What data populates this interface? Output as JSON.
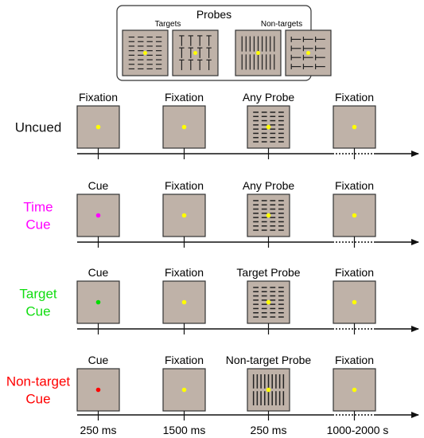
{
  "probes_panel": {
    "title": "Probes",
    "targets_label": "Targets",
    "non_targets_label": "Non-targets"
  },
  "colors": {
    "screen_fill": "#bfb2a8",
    "screen_border": "#333333",
    "fixation": "#ffff00",
    "time_cue": "#ff00ff",
    "target_cue": "#00dd00",
    "non_target_cue": "#ff0000",
    "time_cue_text": "#ff00ff",
    "target_cue_text": "#11dd11",
    "non_target_cue_text": "#ff0000",
    "timeline": "#111111"
  },
  "conditions": [
    {
      "label_lines": [
        "Uncued"
      ],
      "label_color": "#111111",
      "frames": [
        {
          "title": "Fixation",
          "content": "fixation",
          "dot": "#ffff00"
        },
        {
          "title": "Fixation",
          "content": "fixation",
          "dot": "#ffff00"
        },
        {
          "title": "Any Probe",
          "content": "target-horizontal",
          "dot": "#ffff00"
        },
        {
          "title": "Fixation",
          "content": "fixation",
          "dot": "#ffff00"
        }
      ]
    },
    {
      "label_lines": [
        "Time",
        "Cue"
      ],
      "label_color": "#ff00ff",
      "frames": [
        {
          "title": "Cue",
          "content": "fixation",
          "dot": "#ff00ff"
        },
        {
          "title": "Fixation",
          "content": "fixation",
          "dot": "#ffff00"
        },
        {
          "title": "Any Probe",
          "content": "target-horizontal",
          "dot": "#ffff00"
        },
        {
          "title": "Fixation",
          "content": "fixation",
          "dot": "#ffff00"
        }
      ]
    },
    {
      "label_lines": [
        "Target",
        "Cue"
      ],
      "label_color": "#11dd11",
      "frames": [
        {
          "title": "Cue",
          "content": "fixation",
          "dot": "#00dd00"
        },
        {
          "title": "Fixation",
          "content": "fixation",
          "dot": "#ffff00"
        },
        {
          "title": "Target Probe",
          "content": "target-horizontal",
          "dot": "#ffff00"
        },
        {
          "title": "Fixation",
          "content": "fixation",
          "dot": "#ffff00"
        }
      ]
    },
    {
      "label_lines": [
        "Non-target",
        "Cue"
      ],
      "label_color": "#ff0000",
      "frames": [
        {
          "title": "Cue",
          "content": "fixation",
          "dot": "#ff0000"
        },
        {
          "title": "Fixation",
          "content": "fixation",
          "dot": "#ffff00"
        },
        {
          "title": "Non-target Probe",
          "content": "nontarget-vertical",
          "dot": "#ffff00"
        },
        {
          "title": "Fixation",
          "content": "fixation",
          "dot": "#ffff00"
        }
      ]
    }
  ],
  "durations": [
    "250 ms",
    "1500 ms",
    "250 ms",
    "1000-2000 s"
  ]
}
